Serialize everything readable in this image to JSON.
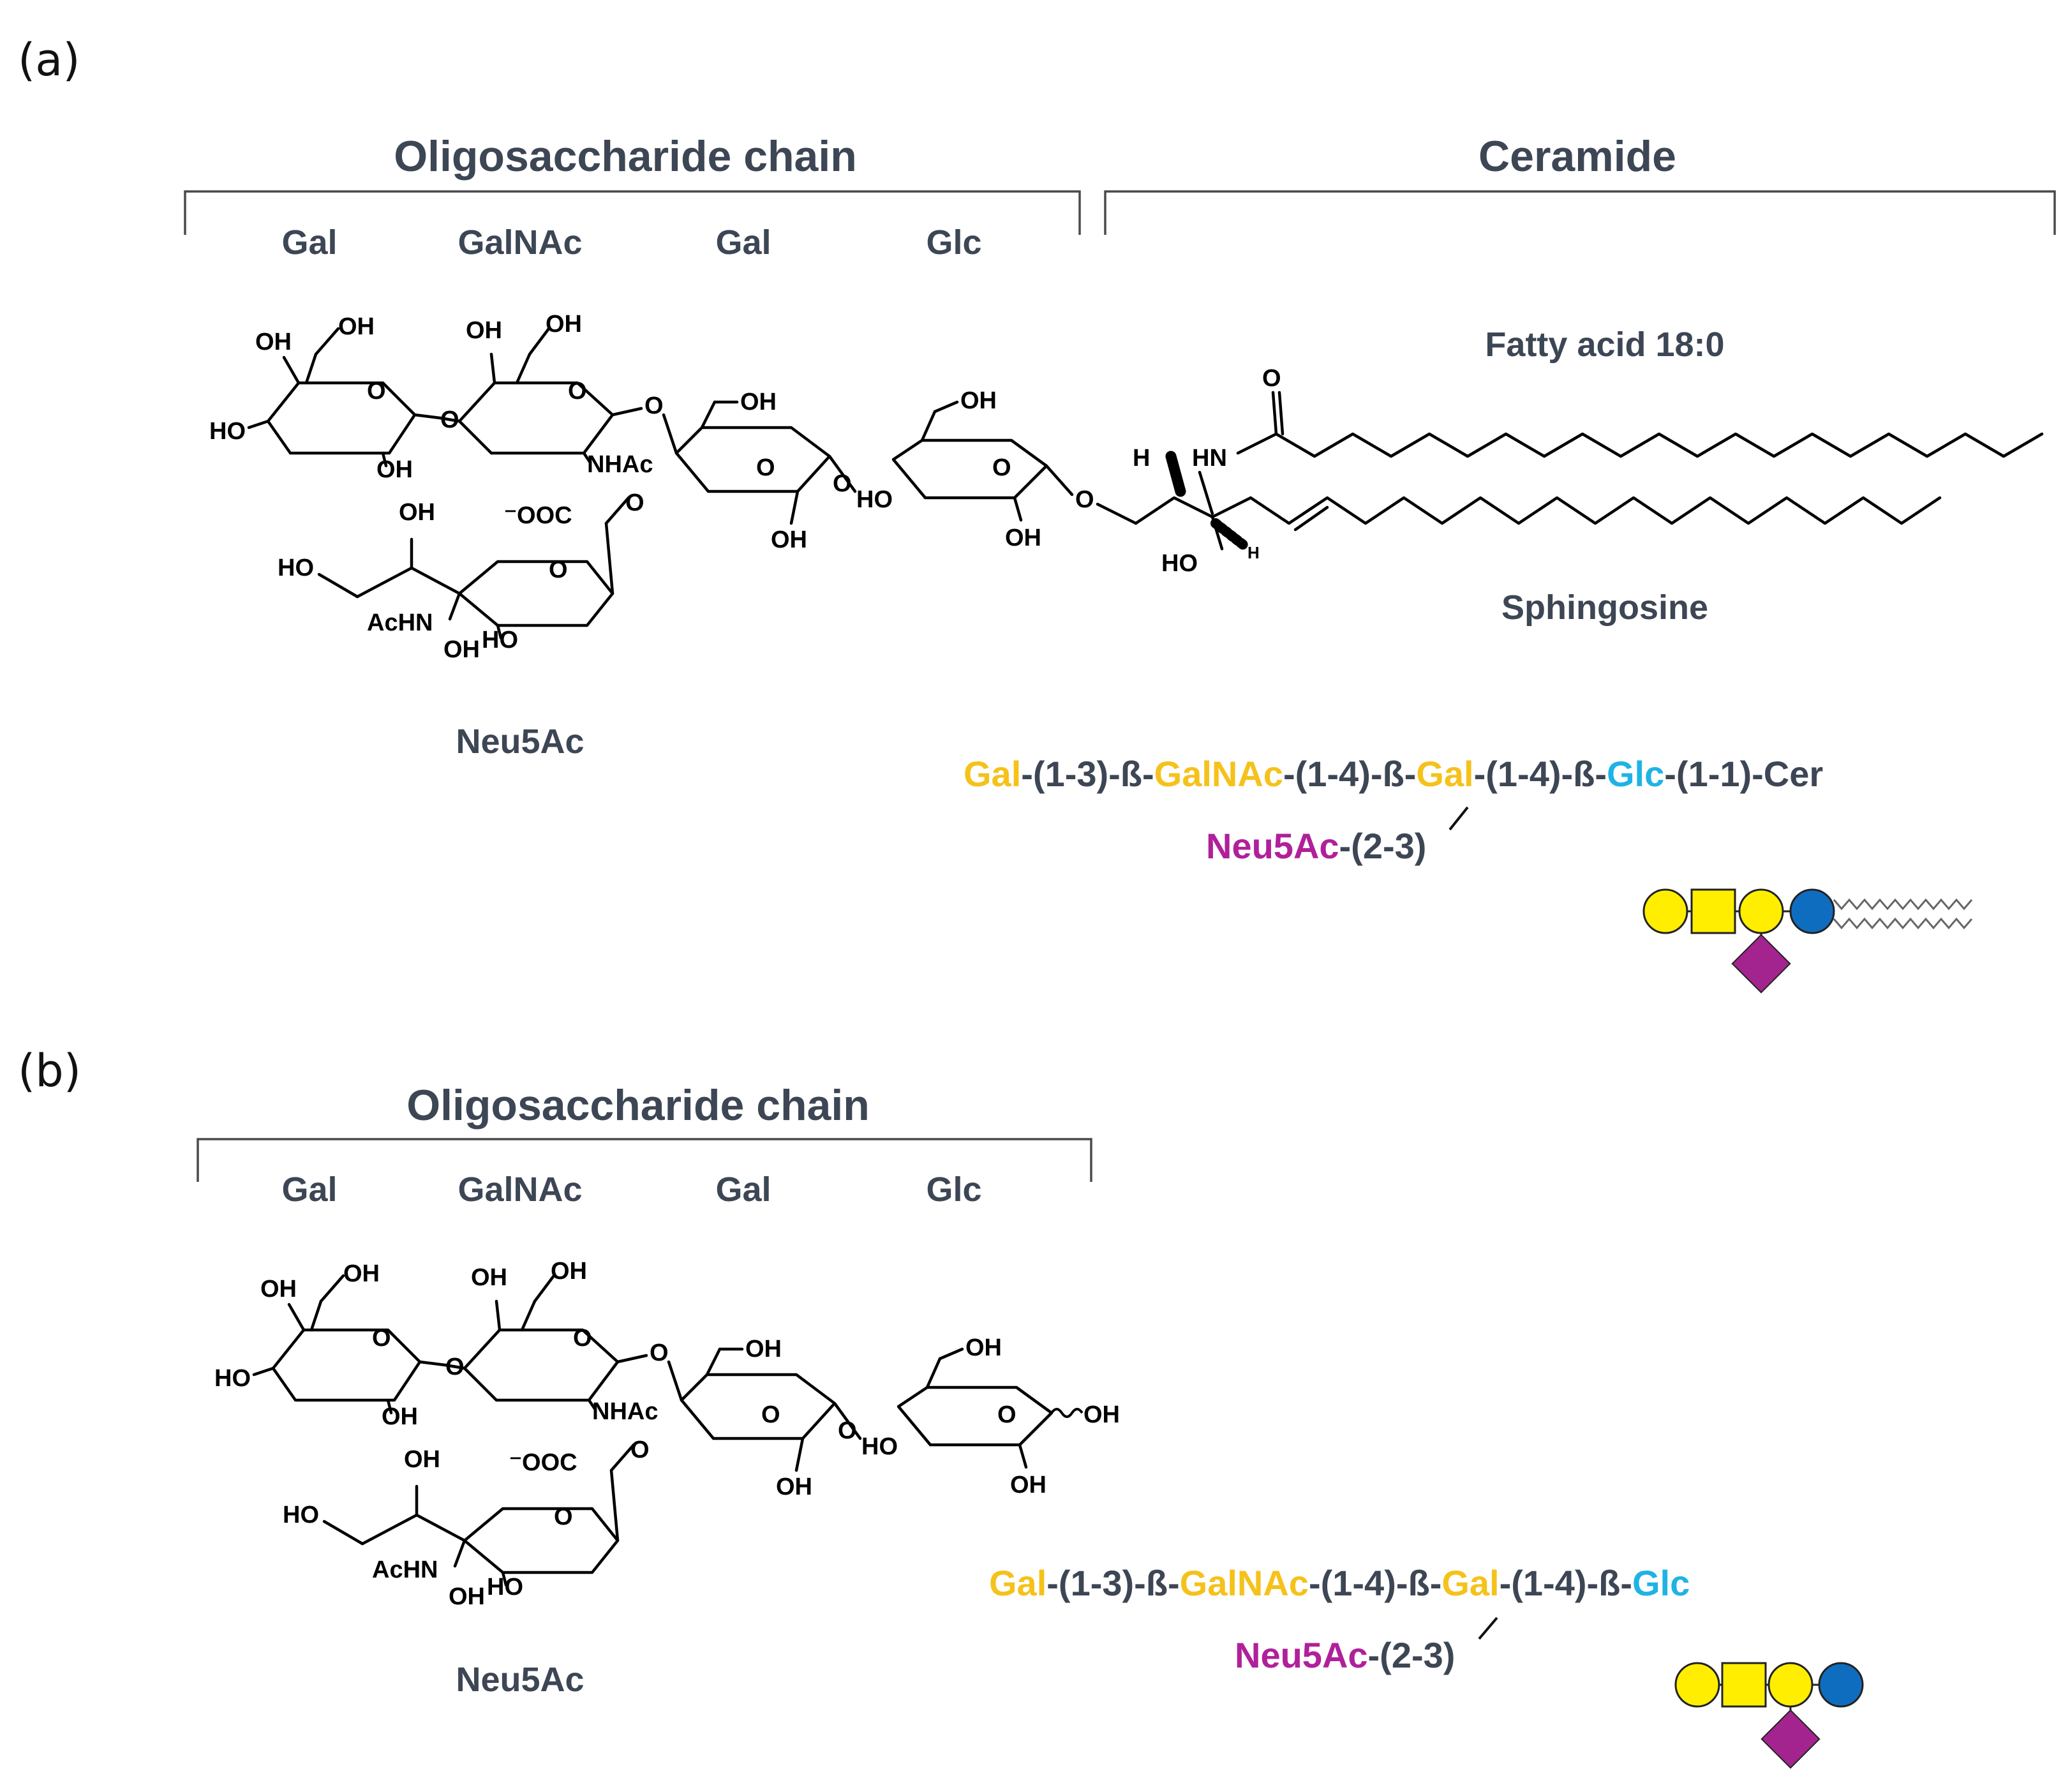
{
  "colors": {
    "gal": "#f5c21b",
    "glc": "#1fb3e5",
    "neu5ac": "#b0209a",
    "linkage": "#3d4654",
    "symbol_gal": "#ffee00",
    "symbol_glc": "#0f6dc0",
    "symbol_neu5ac": "#a3248f"
  },
  "panel_a": {
    "label": "(a)",
    "oligosaccharide_header": "Oligosaccharide chain",
    "ceramide_header": "Ceramide",
    "sugars": [
      "Gal",
      "GalNAc",
      "Gal",
      "Glc"
    ],
    "fatty_acid_label": "Fatty acid 18:0",
    "sphingosine_label": "Sphingosine",
    "neu5ac_label": "Neu5Ac",
    "sequence": {
      "part1": "Gal",
      "link1": "-(1-3)-ß-",
      "part2": "GalNAc",
      "link2": "-(1-4)-ß-",
      "part3": "Gal",
      "link3": "-(1-4)-ß-",
      "part4": "Glc",
      "link4": "-(1-1)-Cer",
      "branch_sugar": "Neu5Ac",
      "branch_link": "-(2-3)"
    },
    "symbol_icons": [
      "gal-circle-icon",
      "galnac-square-icon",
      "gal-circle-icon",
      "glc-circle-icon",
      "neu5ac-diamond-icon",
      "ceramide-zigzag-icon"
    ]
  },
  "panel_b": {
    "label": "(b)",
    "oligosaccharide_header": "Oligosaccharide chain",
    "sugars": [
      "Gal",
      "GalNAc",
      "Gal",
      "Glc"
    ],
    "neu5ac_label": "Neu5Ac",
    "sequence": {
      "part1": "Gal",
      "link1": "-(1-3)-ß-",
      "part2": "GalNAc",
      "link2": "-(1-4)-ß-",
      "part3": "Gal",
      "link3": "-(1-4)-ß-",
      "part4": "Glc",
      "branch_sugar": "Neu5Ac",
      "branch_link": "-(2-3)"
    },
    "symbol_icons": [
      "gal-circle-icon",
      "galnac-square-icon",
      "gal-circle-icon",
      "glc-circle-icon",
      "neu5ac-diamond-icon"
    ]
  },
  "atoms": {
    "oh": "OH",
    "ho": "HO",
    "o": "O",
    "nhac": "NHAc",
    "achn": "AcHN",
    "ooc": "⁻OOC",
    "hn": "HN",
    "h": "H"
  }
}
